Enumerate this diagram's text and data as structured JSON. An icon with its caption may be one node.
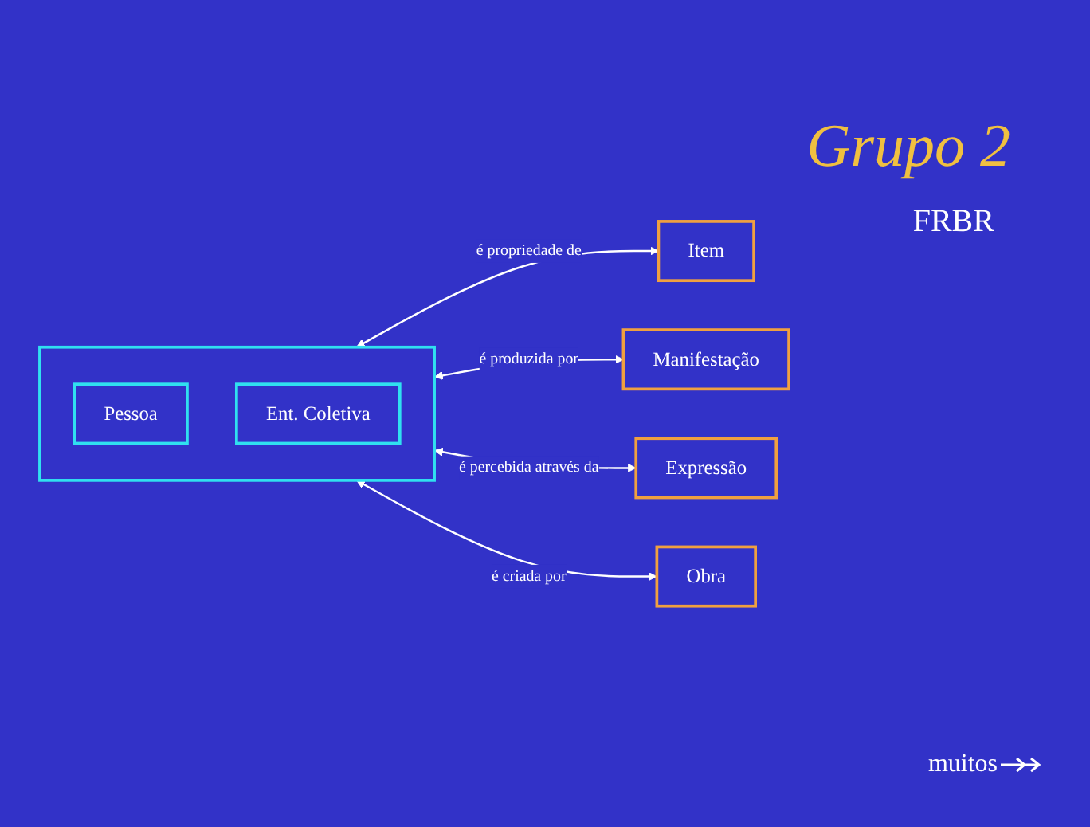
{
  "diagram": {
    "title": "Grupo 2",
    "nodes": [
      {
        "text": [
          "Obra"
        ]
      },
      {
        "text": [
          "Expressão"
        ]
      },
      {
        "text": [
          "Manifestação"
        ]
      },
      {
        "text": [
          "Item"
        ]
      },
      {
        "text": [],
        "shape": "box"
      },
      {
        "text": [
          "Pessoa"
        ],
        "in": 4
      },
      {
        "text": [
          "Ent. Coletiva"
        ],
        "in": 4
      }
    ],
    "edges": [
      {
        "from": 4,
        "to": 3,
        "arrow": "both",
        "label": "é propriedade de"
      },
      {
        "from": 4,
        "to": 2,
        "arrow": "both",
        "label": "é produzida por"
      },
      {
        "from": 4,
        "to": 1,
        "arrow": "both",
        "label": "é percebida através da"
      },
      {
        "from": 4,
        "to": 0,
        "arrow": "both",
        "label": "é criada por"
      }
    ],
    "labels": [
      "FRBR"
    ],
    "legend": [
      {
        "text": "muitos"
      }
    ]
  }
}
